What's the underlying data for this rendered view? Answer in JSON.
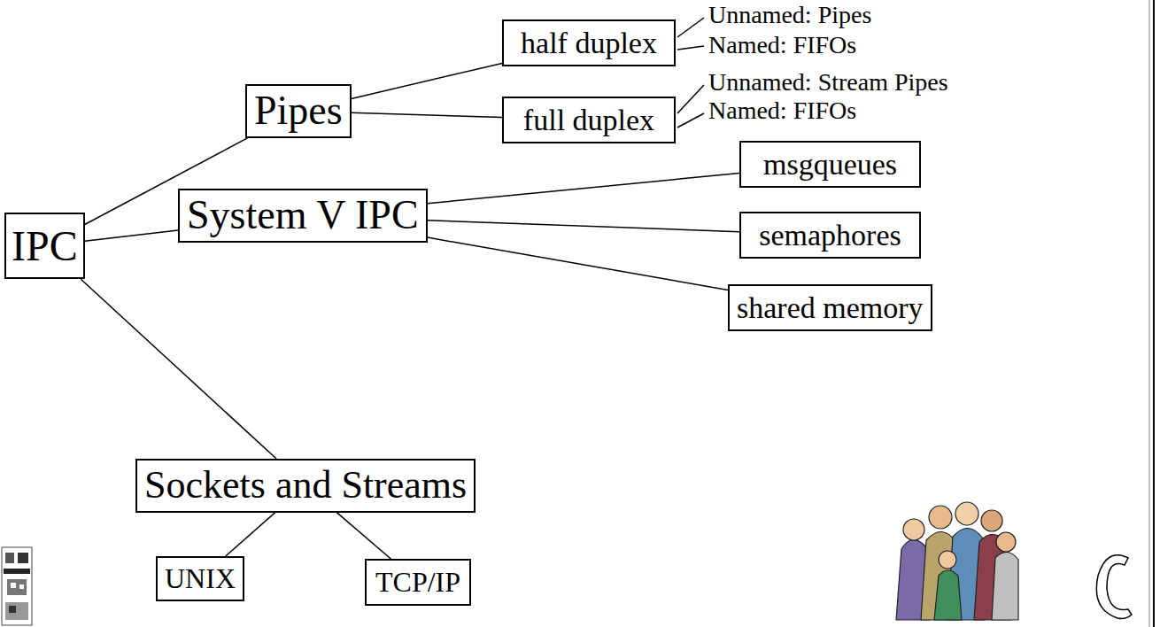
{
  "diagram": {
    "nodes": [
      {
        "text": [
          "IPC"
        ]
      },
      {
        "text": [
          "Pipes"
        ]
      },
      {
        "text": [
          "half duplex"
        ]
      },
      {
        "text": [
          "full duplex"
        ]
      },
      {
        "text": [
          "System V IPC"
        ]
      },
      {
        "text": [
          "msgqueues"
        ]
      },
      {
        "text": [
          "semaphores"
        ]
      },
      {
        "text": [
          "shared memory"
        ]
      },
      {
        "text": [
          "Sockets and Streams"
        ]
      },
      {
        "text": [
          "UNIX"
        ]
      },
      {
        "text": [
          "TCP/IP"
        ]
      }
    ],
    "edges": [
      {
        "from": 0,
        "to": 1,
        "arrow": "none"
      },
      {
        "from": 0,
        "to": 4,
        "arrow": "none"
      },
      {
        "from": 0,
        "to": 8,
        "arrow": "none"
      },
      {
        "from": 1,
        "to": 2,
        "arrow": "none"
      },
      {
        "from": 1,
        "to": 3,
        "arrow": "none"
      },
      {
        "from": 4,
        "to": 5,
        "arrow": "none"
      },
      {
        "from": 4,
        "to": 6,
        "arrow": "none"
      },
      {
        "from": 4,
        "to": 7,
        "arrow": "none"
      },
      {
        "from": 8,
        "to": 9,
        "arrow": "none"
      },
      {
        "from": 8,
        "to": 10,
        "arrow": "none"
      }
    ],
    "labels": [
      "Unnamed: Pipes",
      "Named: FIFOs",
      "Unnamed: Stream Pipes",
      "Named: FIFOs"
    ]
  }
}
